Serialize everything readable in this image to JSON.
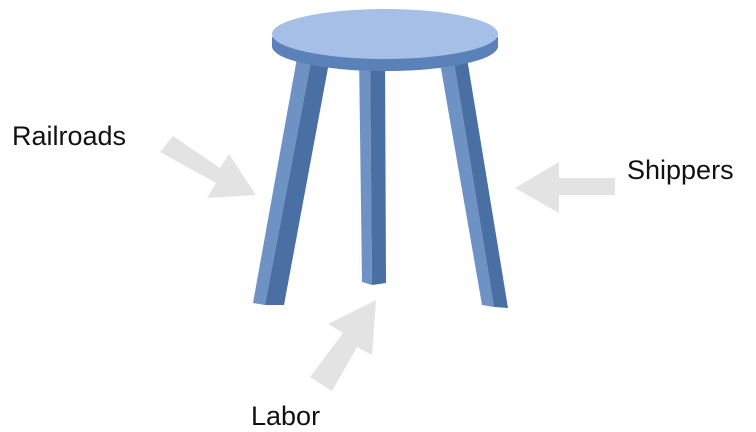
{
  "stakeholders": {
    "railroads": "Railroads",
    "shippers": "Shippers",
    "labor": "Labor"
  },
  "colors": {
    "seat_top": "#A5BFE6",
    "seat_rim": "#5B82B8",
    "leg_light": "#6F92C4",
    "leg_dark": "#4A6FA3",
    "arrow": "#E3E3E3",
    "text": "#111111"
  }
}
